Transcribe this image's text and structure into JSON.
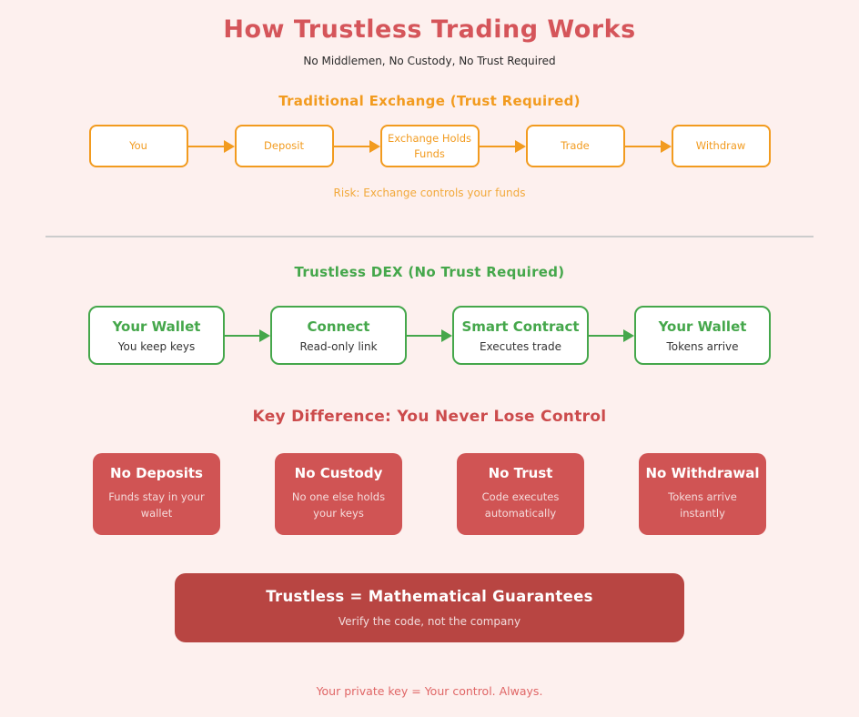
{
  "page": {
    "title": "How Trustless Trading Works",
    "subtitle": "No Middlemen, No Custody, No Trust Required",
    "footer": "Your private key = Your control. Always."
  },
  "traditional": {
    "heading": "Traditional Exchange (Trust Required)",
    "steps": [
      {
        "label": "You"
      },
      {
        "label": "Deposit"
      },
      {
        "label": "Exchange Holds Funds"
      },
      {
        "label": "Trade"
      },
      {
        "label": "Withdraw"
      }
    ],
    "risk_note": "Risk: Exchange controls your funds"
  },
  "dex": {
    "heading": "Trustless DEX (No Trust Required)",
    "steps": [
      {
        "title": "Your Wallet",
        "subtitle": "You keep keys"
      },
      {
        "title": "Connect",
        "subtitle": "Read-only link"
      },
      {
        "title": "Smart Contract",
        "subtitle": "Executes trade"
      },
      {
        "title": "Your Wallet",
        "subtitle": "Tokens arrive"
      }
    ]
  },
  "key_difference": {
    "heading": "Key Difference: You Never Lose Control",
    "cards": [
      {
        "title": "No Deposits",
        "subtitle": "Funds stay in your wallet"
      },
      {
        "title": "No Custody",
        "subtitle": "No one else holds your keys"
      },
      {
        "title": "No Trust",
        "subtitle": "Code executes automatically"
      },
      {
        "title": "No Withdrawal",
        "subtitle": "Tokens arrive instantly"
      }
    ]
  },
  "banner": {
    "title": "Trustless = Mathematical Guarantees",
    "subtitle": "Verify the code, not the company"
  },
  "colors": {
    "background": "#FDF0EE",
    "title_red": "#D5555A",
    "orange": "#F29B1F",
    "green": "#45A74B",
    "heading_red": "#CC4B4C",
    "card_red": "#D05454",
    "banner_red": "#B84542",
    "footer_red": "#E06666",
    "text_dark": "#2A2A2A",
    "divider_gray": "#CCCCCC"
  }
}
